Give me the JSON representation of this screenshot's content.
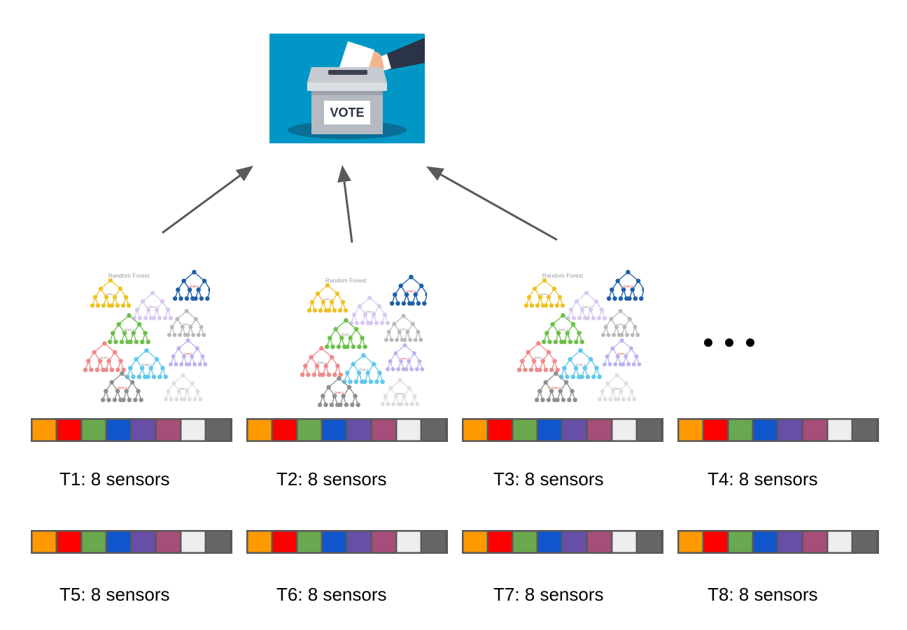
{
  "vote": {
    "label": "VOTE",
    "background": "#0097c7"
  },
  "forest": {
    "title": "Random Forest",
    "class_labels": [
      "Class 1",
      "Class 2"
    ],
    "tree_colors": [
      "#f0c020",
      "#d8c8f2",
      "#1f5fa8",
      "#6cc04a",
      "#b8b8b8",
      "#ef8a8a",
      "#5ec8ee",
      "#b8b4f0",
      "#909090",
      "#dedede"
    ]
  },
  "sensor_colors": [
    "#ff9900",
    "#ff0000",
    "#6aa84f",
    "#1155cc",
    "#674ea7",
    "#a64d79",
    "#eeeeee",
    "#666666"
  ],
  "arrow_color": "#595959",
  "ellipsis_color": "#000000",
  "groups": [
    {
      "label": "T1: 8 sensors"
    },
    {
      "label": "T2: 8 sensors"
    },
    {
      "label": "T3: 8 sensors"
    },
    {
      "label": "T4: 8 sensors"
    },
    {
      "label": "T5: 8 sensors"
    },
    {
      "label": "T6: 8 sensors"
    },
    {
      "label": "T7: 8 sensors"
    },
    {
      "label": "T8: 8 sensors"
    }
  ]
}
